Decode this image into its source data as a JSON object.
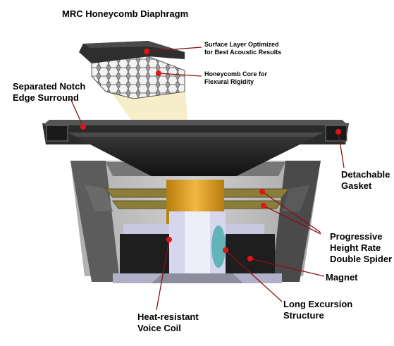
{
  "title": "MRC Honeycomb Diaphragm",
  "labels": {
    "surface_layer": [
      "Surface Layer Optimized",
      "for Best Acoustic Results"
    ],
    "honeycomb_core": [
      "Honeycomb Core for",
      "Flexural Rigidity"
    ],
    "surround": [
      "Separated Notch",
      "Edge Surround"
    ],
    "gasket": [
      "Detachable",
      "Gasket"
    ],
    "spider": [
      "Progressive",
      "Height Rate",
      "Double Spider"
    ],
    "magnet": [
      "Magnet"
    ],
    "excursion": [
      "Long Excursion",
      "Structure"
    ],
    "voice_coil": [
      "Heat-resistant",
      "Voice Coil"
    ]
  },
  "colors": {
    "marker": "#e01515",
    "leader": "#8b1010",
    "voice_coil": "#e0a020",
    "callout_beam": "#f3ebc0",
    "frame": "#2b2b2b",
    "basket": "#8f8f8f",
    "spider": "#8a7e3a",
    "magnet": "#1e1e1e",
    "pole": "#d6d6ee"
  }
}
